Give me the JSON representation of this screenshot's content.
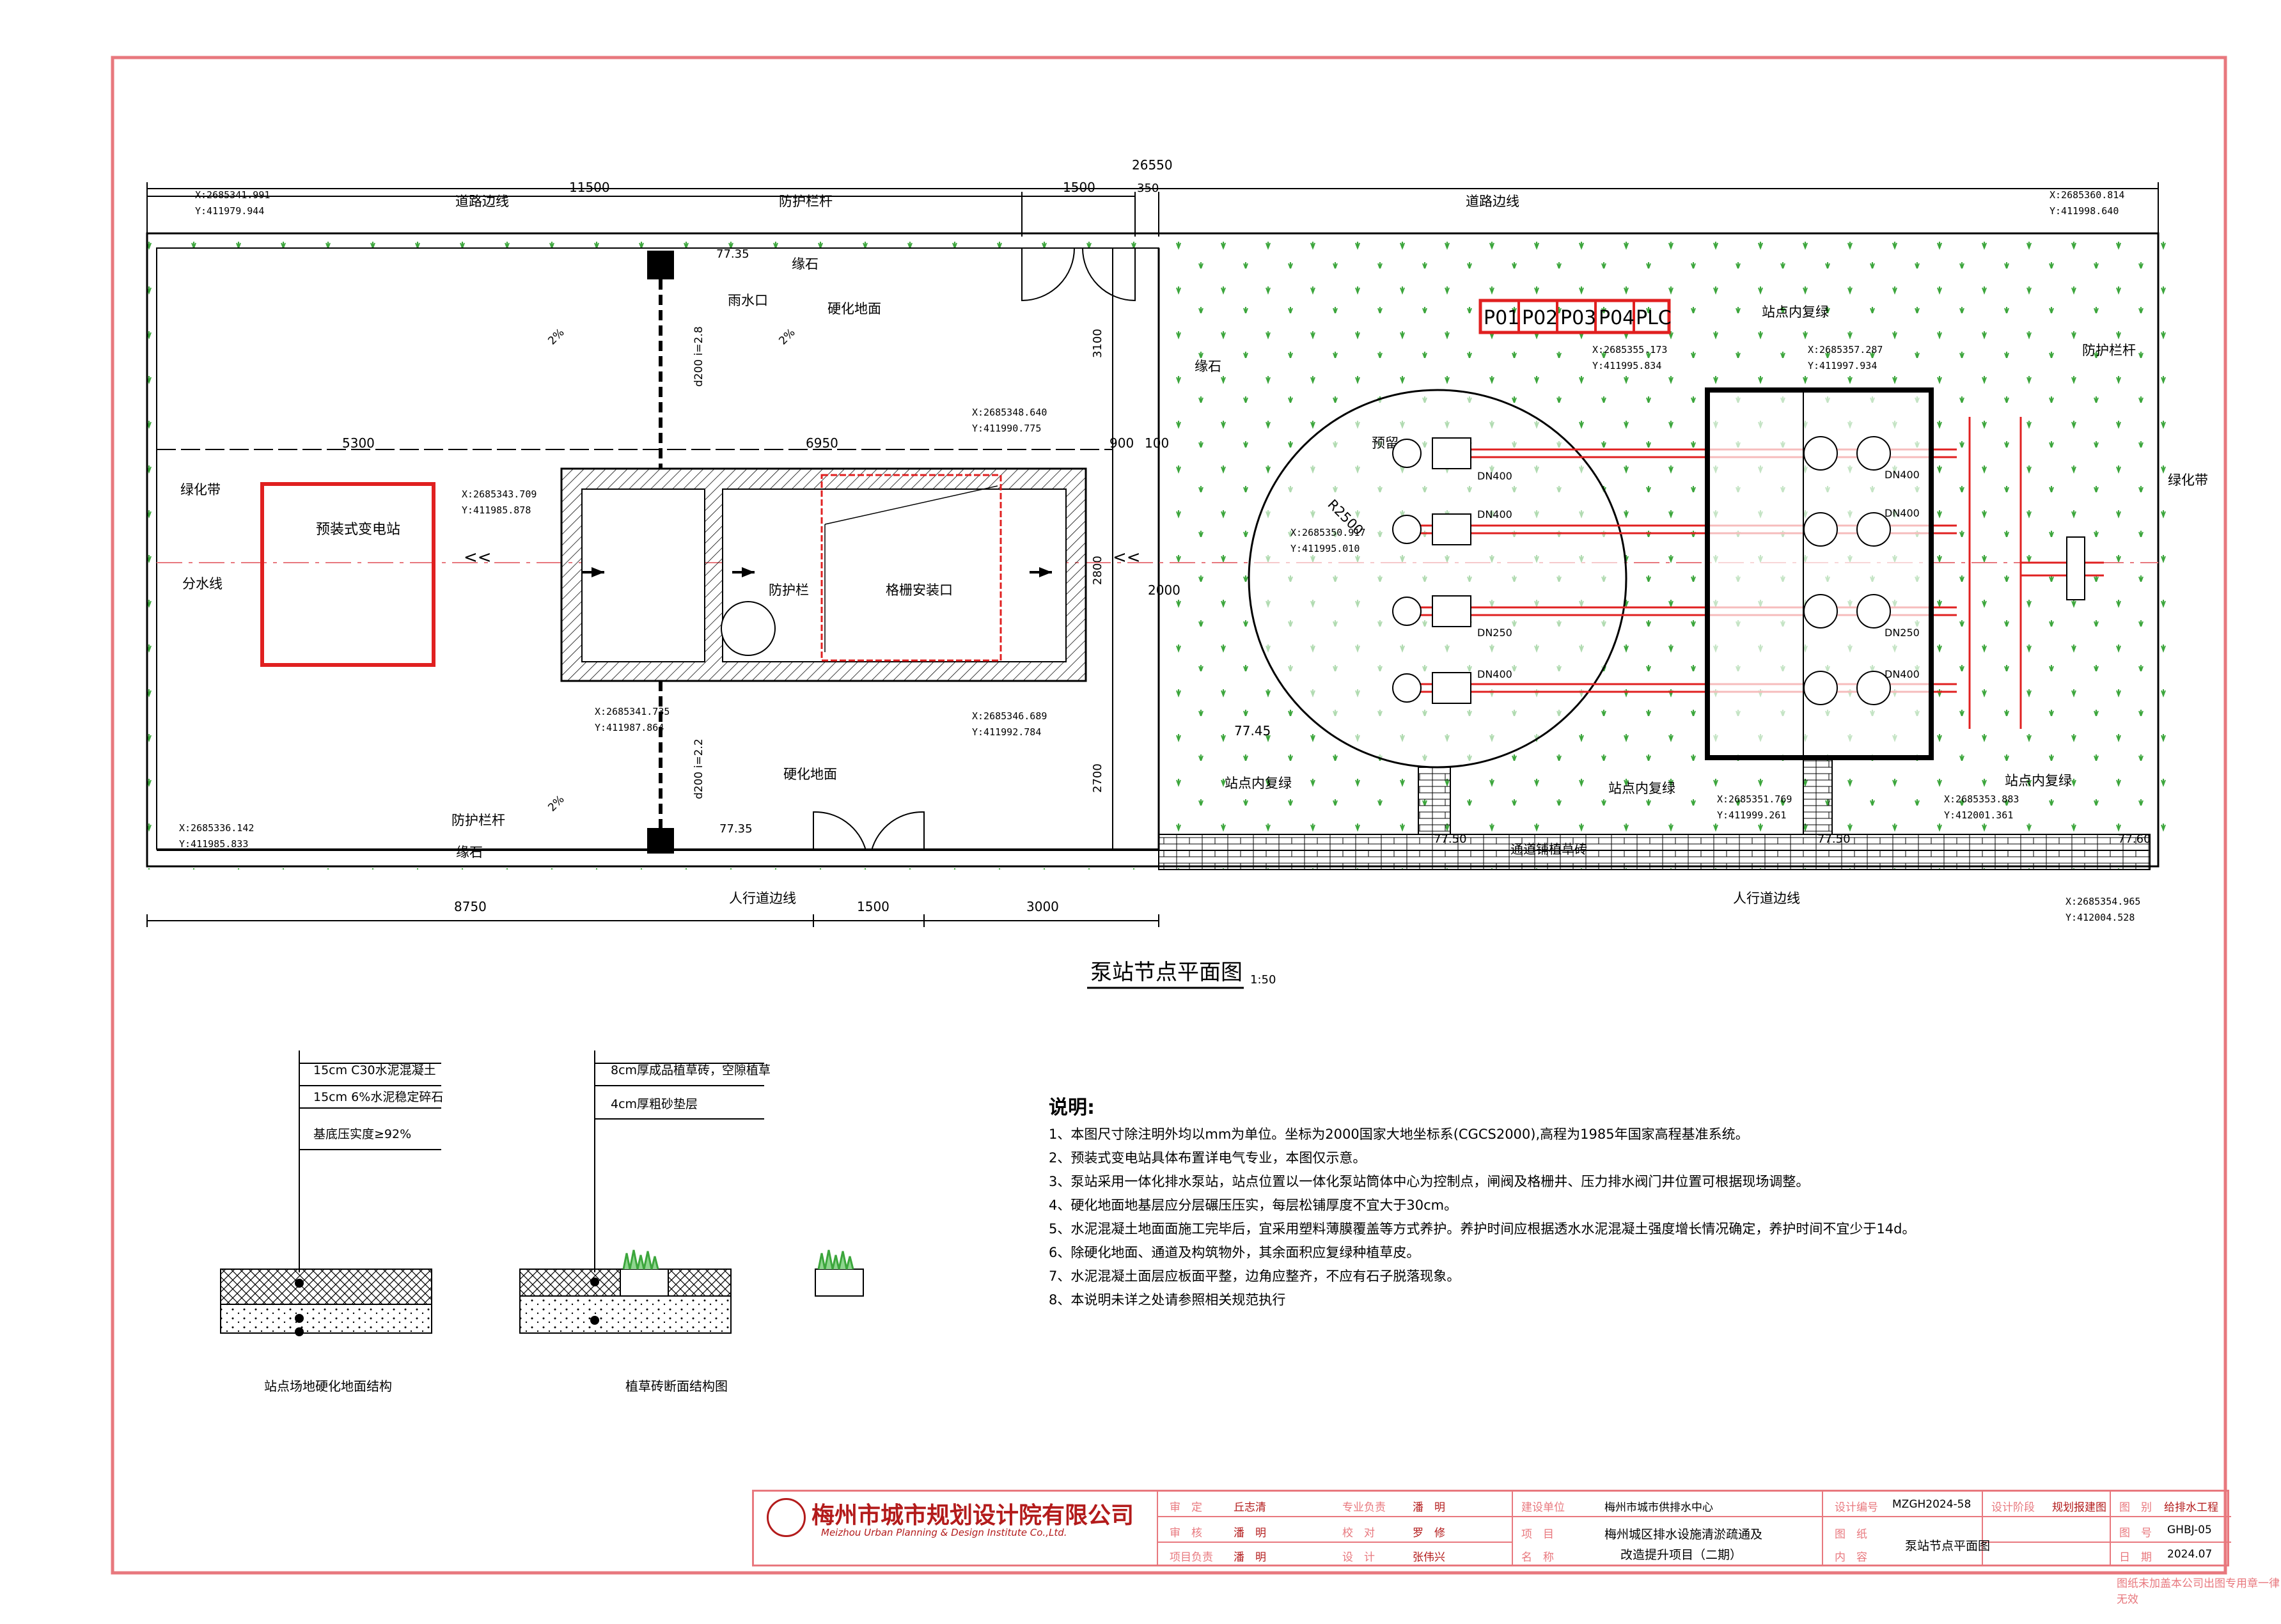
{
  "plan": {
    "title": "泵站节点平面图",
    "scale": "1:50",
    "dims": {
      "total": "26550",
      "d11500": "11500",
      "d1500_top": "1500",
      "d350": "350",
      "d5300": "5300",
      "d6950": "6950",
      "d900": "900",
      "d100": "100",
      "d8750": "8750",
      "d1500_bot": "1500",
      "d3000": "3000",
      "d3100": "3100",
      "d2800": "2800",
      "d2700": "2700",
      "d2000": "2000",
      "r2500": "R2500"
    },
    "coords": {
      "c1x": "X:2685341.991",
      "c1y": "Y:411979.944",
      "c2x": "X:2685360.814",
      "c2y": "Y:411998.640",
      "c3x": "X:2685348.640",
      "c3y": "Y:411990.775",
      "c4x": "X:2685343.709",
      "c4y": "Y:411985.878",
      "c5x": "X:2685341.735",
      "c5y": "Y:411987.864",
      "c6x": "X:2685346.689",
      "c6y": "Y:411992.784",
      "c7x": "X:2685336.142",
      "c7y": "Y:411985.833",
      "c8x": "X:2685355.173",
      "c8y": "Y:411995.834",
      "c9x": "X:2685357.287",
      "c9y": "Y:411997.934",
      "c10x": "X:2685350.917",
      "c10y": "Y:411995.010",
      "c11x": "X:2685351.769",
      "c11y": "Y:411999.261",
      "c12x": "X:2685353.883",
      "c12y": "Y:412001.361",
      "c13x": "X:2685354.965",
      "c13y": "Y:412004.528"
    },
    "labels": {
      "road_edge_left": "道路边线",
      "road_edge_right": "道路边线",
      "railing_top": "防护栏杆",
      "railing_right": "防护栏杆",
      "railing_bottom": "防护栏杆",
      "railing_inner": "防护栏",
      "curb_top": "缘石",
      "curb_mid": "缘石",
      "curb_bottom": "缘石",
      "rain_inlet": "雨水口",
      "hard_ground_top": "硬化地面",
      "hard_ground_bottom": "硬化地面",
      "green_left": "绿化带",
      "green_right": "绿化带",
      "divide_line": "分水线",
      "substation": "预装式变电站",
      "grille": "格栅安装口",
      "green_restore_top": "站点内复绿",
      "green_restore_1": "站点内复绿",
      "green_restore_2": "站点内复绿",
      "green_restore_3": "站点内复绿",
      "sidewalk_left": "人行道边线",
      "sidewalk_right": "人行道边线",
      "channel": "通道铺植草砖",
      "reserved": "预留",
      "slope1": "2%",
      "slope2": "2%",
      "slope3": "2%",
      "pipe_top": "d200 i=2.8",
      "pipe_bottom": "d200 i=2.2",
      "el_7735_top": "77.35",
      "el_7735_bot": "77.35",
      "el_7745": "77.45",
      "el_7750_a": "77.50",
      "el_7750_b": "77.50",
      "el_7760": "77.60",
      "dn400_a": "DN400",
      "dn400_b": "DN400",
      "dn250_a": "DN250",
      "dn400_c": "DN400",
      "dn400_d": "DN400",
      "dn400_e": "DN400",
      "dn250_b": "DN250",
      "dn400_f": "DN400"
    },
    "tags": [
      "P01",
      "P02",
      "P03",
      "P04",
      "PLC"
    ]
  },
  "sections": {
    "hard": {
      "layer1": "15cm  C30水泥混凝土",
      "layer2": "15cm  6%水泥稳定碎石",
      "layer3": "基底压实度≥92%",
      "caption": "站点场地硬化地面结构"
    },
    "grass": {
      "layer1": "8cm厚成品植草砖，空隙植草",
      "layer2": "4cm厚粗砂垫层",
      "caption": "植草砖断面结构图"
    }
  },
  "notes": {
    "heading": "说明:",
    "items": [
      "1、本图尺寸除注明外均以mm为单位。坐标为2000国家大地坐标系(CGCS2000),高程为1985年国家高程基准系统。",
      "2、预装式变电站具体布置详电气专业，本图仅示意。",
      "3、泵站采用一体化排水泵站，站点位置以一体化泵站筒体中心为控制点，闸阀及格栅井、压力排水阀门井位置可根据现场调整。",
      "4、硬化地面地基层应分层碾压压实，每层松铺厚度不宜大于30cm。",
      "5、水泥混凝土地面面施工完毕后，宜采用塑料薄膜覆盖等方式养护。养护时间应根据透水水泥混凝土强度增长情况确定，养护时间不宜少于14d。",
      "6、除硬化地面、通道及构筑物外，其余面积应复绿种植草皮。",
      "7、水泥混凝土面层应板面平整，边角应整齐，不应有石子脱落现象。",
      "8、本说明未详之处请参照相关规范执行"
    ]
  },
  "titleblock": {
    "company": "梅州市城市规划设计院有限公司",
    "company_en": "Meizhou Urban Planning & Design Institute Co.,Ltd.",
    "approve_lbl": "审　定",
    "approve": "丘志清",
    "review_lbl": "审　核",
    "review": "潘　明",
    "project_lead_lbl": "项目负责",
    "project_lead": "潘　明",
    "spec_lead_lbl": "专业负责",
    "spec_lead": "潘　明",
    "check_lbl": "校　对",
    "check": "罗　修",
    "design_lbl": "设　计",
    "design": "张伟兴",
    "client_lbl": "建设单位",
    "client": "梅州市城市供排水中心",
    "proj_lbl": "项　目",
    "proj_lbl2": "名　称",
    "proj_name1": "梅州城区排水设施清淤疏通及",
    "proj_name2": "改造提升项目（二期）",
    "drawing_lbl": "图　纸",
    "drawing_lbl2": "内　容",
    "drawing_name": "泵站节点平面图",
    "design_no_lbl": "设计编号",
    "design_no": "MZGH2024-58",
    "stage_lbl": "设计阶段",
    "stage": "规划报建图",
    "cat_lbl": "图　别",
    "cat": "给排水工程",
    "num_lbl": "图　号",
    "num": "GHBJ-05",
    "date_lbl": "日　期",
    "date": "2024.07",
    "footer": "图纸未加盖本公司出图专用章一律无效"
  }
}
